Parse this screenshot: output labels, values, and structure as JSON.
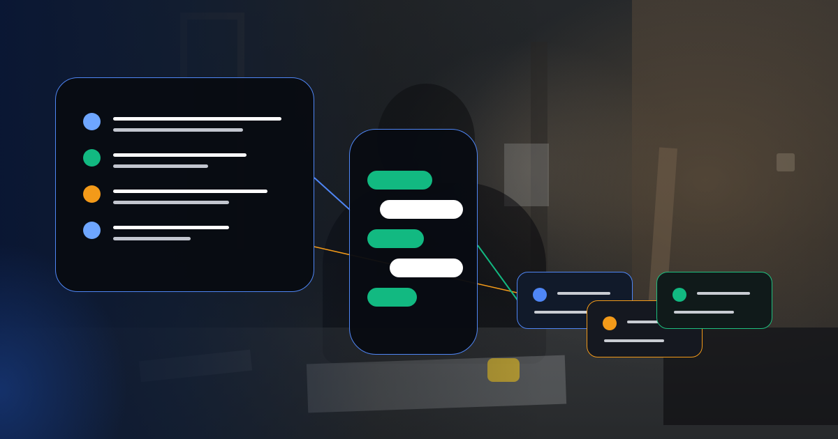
{
  "colors": {
    "accent_blue": "#4f86f5",
    "dot_blue": "#6ea6ff",
    "accent_green": "#12b981",
    "accent_orange": "#f39a19",
    "card_bg": "#080b12",
    "line_gray": "#c2c6cf"
  },
  "list_card": {
    "rows": [
      {
        "dot_color": "#6ea6ff"
      },
      {
        "dot_color": "#12b981"
      },
      {
        "dot_color": "#f39a19"
      },
      {
        "dot_color": "#6ea6ff"
      }
    ]
  },
  "pill_card": {
    "pills": [
      {
        "color": "#12b981"
      },
      {
        "color": "#ffffff"
      },
      {
        "color": "#12b981"
      },
      {
        "color": "#ffffff"
      },
      {
        "color": "#12b981"
      }
    ]
  },
  "mini_cards": [
    {
      "accent": "#4f86f5",
      "dot_color": "#4f86f5"
    },
    {
      "accent": "#f39a19",
      "dot_color": "#f39a19"
    },
    {
      "accent": "#1ebf7f",
      "dot_color": "#12b981"
    }
  ],
  "connectors": [
    {
      "from": "list_card",
      "to": "pill_card",
      "color": "#4f86f5"
    },
    {
      "from": "list_card",
      "to": "mini_card_blue",
      "color": "#f39a19"
    },
    {
      "from": "pill_card",
      "to": "mini_card_blue",
      "color": "#12b981"
    }
  ]
}
